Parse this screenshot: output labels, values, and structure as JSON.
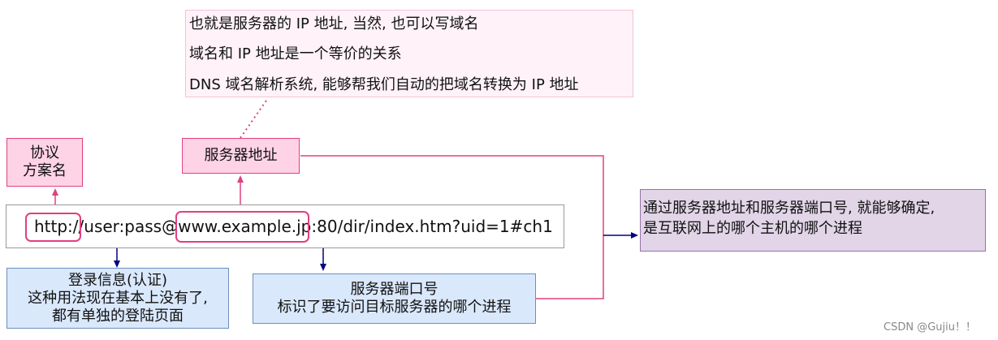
{
  "note": {
    "lines": [
      "也就是服务器的 IP 地址, 当然, 也可以写域名",
      "域名和 IP 地址是一个等价的关系",
      "DNS 域名解析系统, 能够帮我们自动的把域名转换为 IP 地址"
    ]
  },
  "protocol": {
    "line1": "协议",
    "line2": "方案名"
  },
  "server_address": {
    "label": "服务器地址"
  },
  "url": {
    "scheme": "http://",
    "auth": "user:pass",
    "at": "@",
    "host": "www.example.jp",
    "colon": ":",
    "port": "80",
    "path": "/dir/index.htm?uid=1#ch1"
  },
  "login_info": {
    "line1": "登录信息(认证)",
    "line2": "这种用法现在基本上没有了,",
    "line3": "都有单独的登陆页面"
  },
  "server_port": {
    "line1": "服务器端口号",
    "line2": "标识了要访问目标服务器的哪个进程"
  },
  "summary": {
    "line1": "通过服务器地址和服务器端口号, 就能够确定,",
    "line2": "是互联网上的哪个主机的哪个进程"
  },
  "watermark": "CSDN @Gujiu！！",
  "colors": {
    "pink_fill": "#ffd3e6",
    "pink_stroke": "#e0407f",
    "blue_fill": "#dae8fc",
    "blue_stroke": "#6c8ebf",
    "purple_fill": "#e1d5e7",
    "purple_stroke": "#9673a6",
    "navy_line": "#000080"
  }
}
